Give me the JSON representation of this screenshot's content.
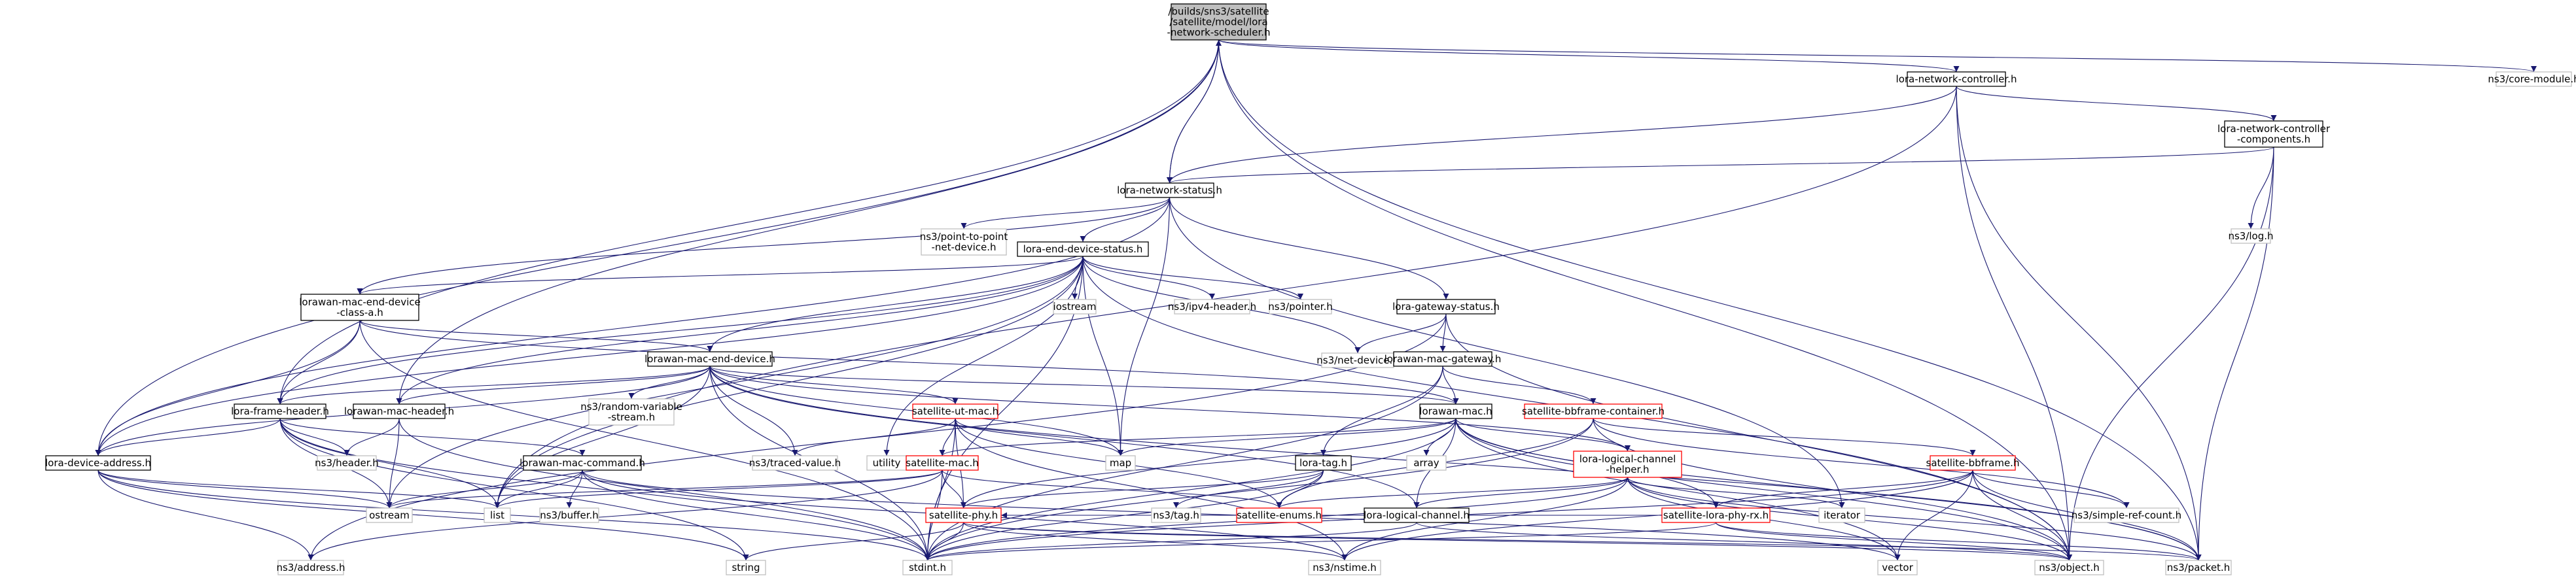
{
  "colors": {
    "edge": "#191970",
    "documented_border": "#000000",
    "external_border": "#bfbfbf",
    "truncated_border": "#ff0000",
    "root_fill": "#bfbfbf"
  },
  "nodes": {
    "root": {
      "lines": [
        "/builds/sns3/satellite",
        "/satellite/model/lora",
        "-network-scheduler.h"
      ],
      "kind": "root"
    },
    "net_controller": {
      "lines": [
        "lora-network-controller.h"
      ],
      "kind": "doc"
    },
    "core_module": {
      "lines": [
        "ns3/core-module.h"
      ],
      "kind": "ext"
    },
    "controller_components": {
      "lines": [
        "lora-network-controller",
        "-components.h"
      ],
      "kind": "doc"
    },
    "net_status": {
      "lines": [
        "lora-network-status.h"
      ],
      "kind": "doc"
    },
    "log": {
      "lines": [
        "ns3/log.h"
      ],
      "kind": "ext"
    },
    "p2p": {
      "lines": [
        "ns3/point-to-point",
        "-net-device.h"
      ],
      "kind": "ext"
    },
    "end_device_status": {
      "lines": [
        "lora-end-device-status.h"
      ],
      "kind": "doc"
    },
    "class_a": {
      "lines": [
        "lorawan-mac-end-device",
        "-class-a.h"
      ],
      "kind": "doc"
    },
    "iostream": {
      "lines": [
        "iostream"
      ],
      "kind": "ext"
    },
    "ipv4": {
      "lines": [
        "ns3/ipv4-header.h"
      ],
      "kind": "ext"
    },
    "pointer": {
      "lines": [
        "ns3/pointer.h"
      ],
      "kind": "ext"
    },
    "gw_status": {
      "lines": [
        "lora-gateway-status.h"
      ],
      "kind": "doc"
    },
    "net_device": {
      "lines": [
        "ns3/net-device.h"
      ],
      "kind": "ext"
    },
    "mac_end_device": {
      "lines": [
        "lorawan-mac-end-device.h"
      ],
      "kind": "doc"
    },
    "mac_gateway": {
      "lines": [
        "lorawan-mac-gateway.h"
      ],
      "kind": "doc"
    },
    "frame_header": {
      "lines": [
        "lora-frame-header.h"
      ],
      "kind": "doc"
    },
    "mac_header": {
      "lines": [
        "lorawan-mac-header.h"
      ],
      "kind": "doc"
    },
    "random_var": {
      "lines": [
        "ns3/random-variable",
        "-stream.h"
      ],
      "kind": "ext"
    },
    "ut_mac": {
      "lines": [
        "satellite-ut-mac.h"
      ],
      "kind": "trunc"
    },
    "lorawan_mac": {
      "lines": [
        "lorawan-mac.h"
      ],
      "kind": "doc"
    },
    "bb_container": {
      "lines": [
        "satellite-bbframe-container.h"
      ],
      "kind": "trunc"
    },
    "device_address": {
      "lines": [
        "lora-device-address.h"
      ],
      "kind": "doc"
    },
    "mac_command": {
      "lines": [
        "lorawan-mac-command.h"
      ],
      "kind": "doc"
    },
    "header": {
      "lines": [
        "ns3/header.h"
      ],
      "kind": "ext"
    },
    "traced_value": {
      "lines": [
        "ns3/traced-value.h"
      ],
      "kind": "ext"
    },
    "utility": {
      "lines": [
        "utility"
      ],
      "kind": "ext"
    },
    "map": {
      "lines": [
        "map"
      ],
      "kind": "ext"
    },
    "sat_mac": {
      "lines": [
        "satellite-mac.h"
      ],
      "kind": "trunc"
    },
    "array": {
      "lines": [
        "array"
      ],
      "kind": "ext"
    },
    "lora_tag": {
      "lines": [
        "lora-tag.h"
      ],
      "kind": "doc"
    },
    "logical_helper": {
      "lines": [
        "lora-logical-channel",
        "-helper.h"
      ],
      "kind": "trunc"
    },
    "bbframe": {
      "lines": [
        "satellite-bbframe.h"
      ],
      "kind": "trunc"
    },
    "ostream": {
      "lines": [
        "ostream"
      ],
      "kind": "ext"
    },
    "list": {
      "lines": [
        "list"
      ],
      "kind": "ext"
    },
    "buffer": {
      "lines": [
        "ns3/buffer.h"
      ],
      "kind": "ext"
    },
    "ns3_tag": {
      "lines": [
        "ns3/tag.h"
      ],
      "kind": "ext"
    },
    "sat_enums": {
      "lines": [
        "satellite-enums.h"
      ],
      "kind": "trunc"
    },
    "sat_phy": {
      "lines": [
        "satellite-phy.h"
      ],
      "kind": "trunc"
    },
    "logical_channel": {
      "lines": [
        "lora-logical-channel.h"
      ],
      "kind": "doc"
    },
    "phy_rx": {
      "lines": [
        "satellite-lora-phy-rx.h"
      ],
      "kind": "trunc"
    },
    "iterator": {
      "lines": [
        "iterator"
      ],
      "kind": "ext"
    },
    "simple_ref": {
      "lines": [
        "ns3/simple-ref-count.h"
      ],
      "kind": "ext"
    },
    "address": {
      "lines": [
        "ns3/address.h"
      ],
      "kind": "ext"
    },
    "string": {
      "lines": [
        "string"
      ],
      "kind": "ext"
    },
    "stdint": {
      "lines": [
        "stdint.h"
      ],
      "kind": "ext"
    },
    "nstime": {
      "lines": [
        "ns3/nstime.h"
      ],
      "kind": "ext"
    },
    "vector": {
      "lines": [
        "vector"
      ],
      "kind": "ext"
    },
    "object": {
      "lines": [
        "ns3/object.h"
      ],
      "kind": "ext"
    },
    "packet": {
      "lines": [
        "ns3/packet.h"
      ],
      "kind": "ext"
    }
  },
  "edges": [
    [
      "root",
      "net_controller"
    ],
    [
      "root",
      "core_module"
    ],
    [
      "root",
      "net_status"
    ],
    [
      "root",
      "device_address"
    ],
    [
      "root",
      "frame_header"
    ],
    [
      "root",
      "mac_header"
    ],
    [
      "root",
      "object"
    ],
    [
      "root",
      "packet"
    ],
    [
      "net_controller",
      "controller_components"
    ],
    [
      "net_controller",
      "net_status"
    ],
    [
      "net_controller",
      "object"
    ],
    [
      "net_controller",
      "packet"
    ],
    [
      "net_controller",
      "list"
    ],
    [
      "controller_components",
      "net_status"
    ],
    [
      "controller_components",
      "log"
    ],
    [
      "controller_components",
      "object"
    ],
    [
      "controller_components",
      "packet"
    ],
    [
      "net_status",
      "root"
    ],
    [
      "net_status",
      "p2p"
    ],
    [
      "net_status",
      "end_device_status"
    ],
    [
      "net_status",
      "class_a"
    ],
    [
      "net_status",
      "gw_status"
    ],
    [
      "net_status",
      "device_address"
    ],
    [
      "net_status",
      "map"
    ],
    [
      "net_status",
      "iterator"
    ],
    [
      "end_device_status",
      "class_a"
    ],
    [
      "end_device_status",
      "iostream"
    ],
    [
      "end_device_status",
      "ipv4"
    ],
    [
      "end_device_status",
      "pointer"
    ],
    [
      "end_device_status",
      "net_device"
    ],
    [
      "end_device_status",
      "frame_header"
    ],
    [
      "end_device_status",
      "mac_header"
    ],
    [
      "end_device_status",
      "device_address"
    ],
    [
      "end_device_status",
      "utility"
    ],
    [
      "end_device_status",
      "map"
    ],
    [
      "end_device_status",
      "list"
    ],
    [
      "end_device_status",
      "ostream"
    ],
    [
      "end_device_status",
      "stdint"
    ],
    [
      "end_device_status",
      "object"
    ],
    [
      "end_device_status",
      "mac_end_device"
    ],
    [
      "class_a",
      "mac_end_device"
    ],
    [
      "class_a",
      "frame_header"
    ],
    [
      "class_a",
      "device_address"
    ],
    [
      "class_a",
      "lorawan_mac"
    ],
    [
      "class_a",
      "stdint"
    ],
    [
      "gw_status",
      "net_device"
    ],
    [
      "gw_status",
      "mac_gateway"
    ],
    [
      "gw_status",
      "object"
    ],
    [
      "gw_status",
      "address"
    ],
    [
      "mac_end_device",
      "frame_header"
    ],
    [
      "mac_end_device",
      "mac_header"
    ],
    [
      "mac_end_device",
      "random_var"
    ],
    [
      "mac_end_device",
      "ut_mac"
    ],
    [
      "mac_end_device",
      "lorawan_mac"
    ],
    [
      "mac_end_device",
      "traced_value"
    ],
    [
      "mac_end_device",
      "device_address"
    ],
    [
      "mac_end_device",
      "logical_helper"
    ],
    [
      "mac_end_device",
      "logical_channel"
    ],
    [
      "mac_end_device",
      "stdint"
    ],
    [
      "mac_end_device",
      "list"
    ],
    [
      "mac_end_device",
      "map"
    ],
    [
      "mac_end_device",
      "packet"
    ],
    [
      "mac_gateway",
      "lorawan_mac"
    ],
    [
      "mac_gateway",
      "bb_container"
    ],
    [
      "mac_gateway",
      "lora_tag"
    ],
    [
      "mac_gateway",
      "stdint"
    ],
    [
      "frame_header",
      "device_address"
    ],
    [
      "frame_header",
      "mac_command"
    ],
    [
      "frame_header",
      "header"
    ],
    [
      "frame_header",
      "list"
    ],
    [
      "frame_header",
      "ostream"
    ],
    [
      "frame_header",
      "stdint"
    ],
    [
      "frame_header",
      "string"
    ],
    [
      "mac_header",
      "header"
    ],
    [
      "mac_header",
      "ostream"
    ],
    [
      "mac_header",
      "stdint"
    ],
    [
      "ut_mac",
      "sat_mac"
    ],
    [
      "ut_mac",
      "traced_value"
    ],
    [
      "ut_mac",
      "map"
    ],
    [
      "ut_mac",
      "sat_phy"
    ],
    [
      "ut_mac",
      "sat_enums"
    ],
    [
      "ut_mac",
      "nstime"
    ],
    [
      "ut_mac",
      "stdint"
    ],
    [
      "lorawan_mac",
      "sat_mac"
    ],
    [
      "lorawan_mac",
      "logical_helper"
    ],
    [
      "lorawan_mac",
      "map"
    ],
    [
      "lorawan_mac",
      "array"
    ],
    [
      "lorawan_mac",
      "phy_rx"
    ],
    [
      "lorawan_mac",
      "sat_phy"
    ],
    [
      "lorawan_mac",
      "logical_channel"
    ],
    [
      "lorawan_mac",
      "stdint"
    ],
    [
      "lorawan_mac",
      "vector"
    ],
    [
      "lorawan_mac",
      "object"
    ],
    [
      "lorawan_mac",
      "packet"
    ],
    [
      "bb_container",
      "bbframe"
    ],
    [
      "bb_container",
      "sat_enums"
    ],
    [
      "bb_container",
      "simple_ref"
    ],
    [
      "bb_container",
      "object"
    ],
    [
      "bb_container",
      "stdint"
    ],
    [
      "device_address",
      "ostream"
    ],
    [
      "device_address",
      "list"
    ],
    [
      "device_address",
      "address"
    ],
    [
      "device_address",
      "string"
    ],
    [
      "device_address",
      "stdint"
    ],
    [
      "mac_command",
      "list"
    ],
    [
      "mac_command",
      "buffer"
    ],
    [
      "mac_command",
      "stdint"
    ],
    [
      "mac_command",
      "nstime"
    ],
    [
      "mac_command",
      "vector"
    ],
    [
      "mac_command",
      "ostream"
    ],
    [
      "sat_mac",
      "sat_phy"
    ],
    [
      "sat_mac",
      "ostream"
    ],
    [
      "sat_mac",
      "list"
    ],
    [
      "sat_mac",
      "sat_enums"
    ],
    [
      "sat_mac",
      "address"
    ],
    [
      "sat_mac",
      "stdint"
    ],
    [
      "lora_tag",
      "ns3_tag"
    ],
    [
      "lora_tag",
      "sat_enums"
    ],
    [
      "lora_tag",
      "sat_phy"
    ],
    [
      "lora_tag",
      "stdint"
    ],
    [
      "logical_helper",
      "logical_channel"
    ],
    [
      "logical_helper",
      "iterator"
    ],
    [
      "logical_helper",
      "vector"
    ],
    [
      "logical_helper",
      "object"
    ],
    [
      "logical_helper",
      "packet"
    ],
    [
      "logical_helper",
      "stdint"
    ],
    [
      "logical_helper",
      "nstime"
    ],
    [
      "logical_helper",
      "sat_enums"
    ],
    [
      "bbframe",
      "phy_rx"
    ],
    [
      "bbframe",
      "simple_ref"
    ],
    [
      "bbframe",
      "vector"
    ],
    [
      "bbframe",
      "object"
    ],
    [
      "bbframe",
      "packet"
    ],
    [
      "bbframe",
      "nstime"
    ],
    [
      "bbframe",
      "stdint"
    ],
    [
      "sat_phy",
      "string"
    ],
    [
      "sat_phy",
      "stdint"
    ],
    [
      "sat_phy",
      "nstime"
    ],
    [
      "sat_phy",
      "object"
    ],
    [
      "sat_phy",
      "packet"
    ],
    [
      "logical_channel",
      "object"
    ],
    [
      "logical_channel",
      "stdint"
    ],
    [
      "phy_rx",
      "sat_phy"
    ],
    [
      "phy_rx",
      "stdint"
    ],
    [
      "phy_rx",
      "object"
    ],
    [
      "phy_rx",
      "packet"
    ]
  ]
}
